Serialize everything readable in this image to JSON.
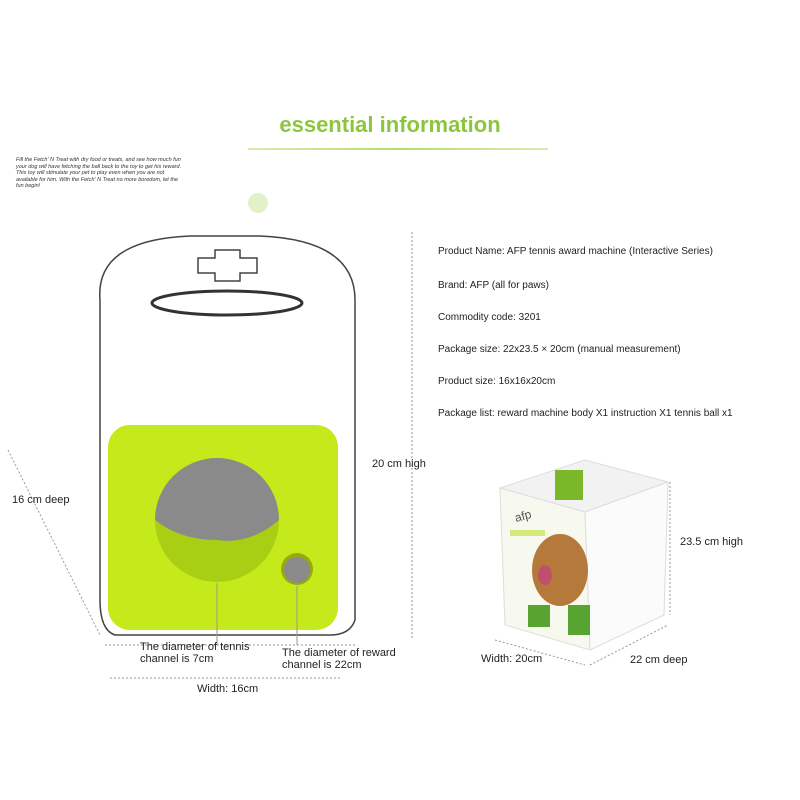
{
  "title": "essential information",
  "blurb": "Fill the Fetch' N Treat with dry food or treats, and see how much fun your dog will have fetching the ball back to the toy to get his reward. This toy will stimulate your pet to play even when you are not available for him. With the Fetch' N Treat no more boredom, let the fun begin!",
  "specs": [
    "Product Name: AFP tennis award machine (Interactive Series)",
    "Brand: AFP (all for paws)",
    "Commodity code: 3201",
    "Package size: 22x23.5 × 20cm (manual measurement)",
    "Product size: 16x16x20cm",
    "Package list: reward machine body X1 instruction X1 tennis ball x1"
  ],
  "machine": {
    "height": "20 cm high",
    "depth": "16 cm deep",
    "tennis_channel": [
      "The diameter of tennis",
      "channel is 7cm"
    ],
    "reward_channel": [
      "The diameter of reward",
      "channel is 22cm"
    ],
    "width": "Width: 16cm"
  },
  "package": {
    "brand_logo": "afp",
    "height": "23.5 cm high",
    "width": "Width: 20cm",
    "depth": "22 cm deep"
  },
  "colors": {
    "accent": "#8cc63f",
    "lime": "#c5ea1c"
  }
}
